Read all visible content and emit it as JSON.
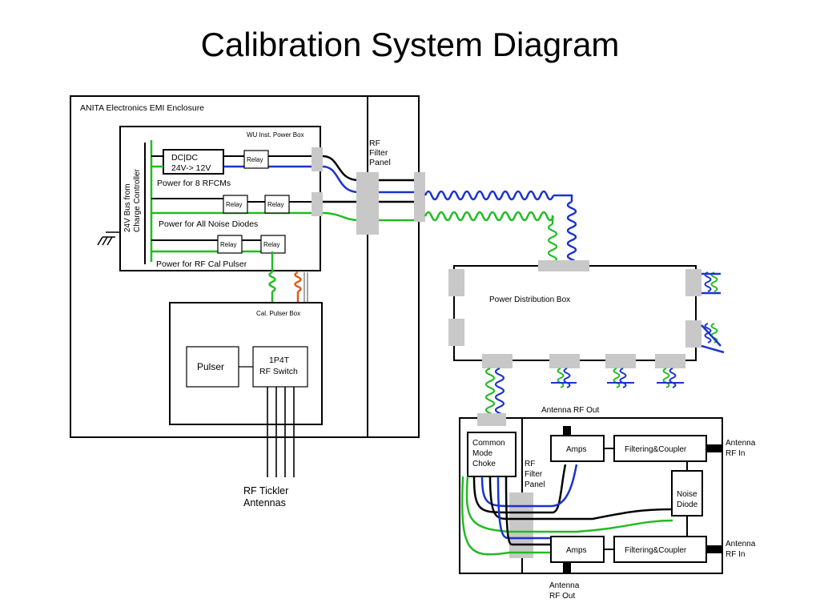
{
  "title": "Calibration System Diagram",
  "labels": {
    "enclosure": "ANITA Electronics EMI Enclosure",
    "wu_power_box": "WU Inst. Power Box",
    "dcdc_line1": "DC|DC",
    "dcdc_line2": "24V-> 12V",
    "relay": "Relay",
    "power_8_rfcms": "Power for 8 RFCMs",
    "power_noise_diodes": "Power for All Noise Diodes",
    "power_rf_cal_pulser": "Power for RF Cal Pulser",
    "bus_line1": "24V Bus from",
    "bus_line2": "Charge Controller",
    "rf_filter_panel_1": "RF",
    "rf_filter_panel_2": "Filter",
    "rf_filter_panel_3": "Panel",
    "cal_pulser_box": "Cal. Pulser Box",
    "pulser": "Pulser",
    "switch_line1": "1P4T",
    "switch_line2": "RF Switch",
    "tickler_line1": "RF Tickler",
    "tickler_line2": "Antennas",
    "power_distribution_box": "Power Distribution Box",
    "antenna_rf_out_top": "Antenna RF Out",
    "common_mode_1": "Common",
    "common_mode_2": "Mode",
    "common_mode_3": "Choke",
    "amps": "Amps",
    "filtering_coupler": "Filtering&Coupler",
    "noise_line1": "Noise",
    "noise_line2": "Diode",
    "antenna_rf_in_1": "Antenna",
    "antenna_rf_in_2": "RF In",
    "antenna_rf_out_b1": "Antenna",
    "antenna_rf_out_b2": "RF Out"
  },
  "colors": {
    "black_wire": "#000000",
    "blue_wire": "#1a33cc",
    "green_wire": "#22bb22",
    "orange_wire": "#e05a18",
    "filter_gray": "#c8c8c8"
  }
}
